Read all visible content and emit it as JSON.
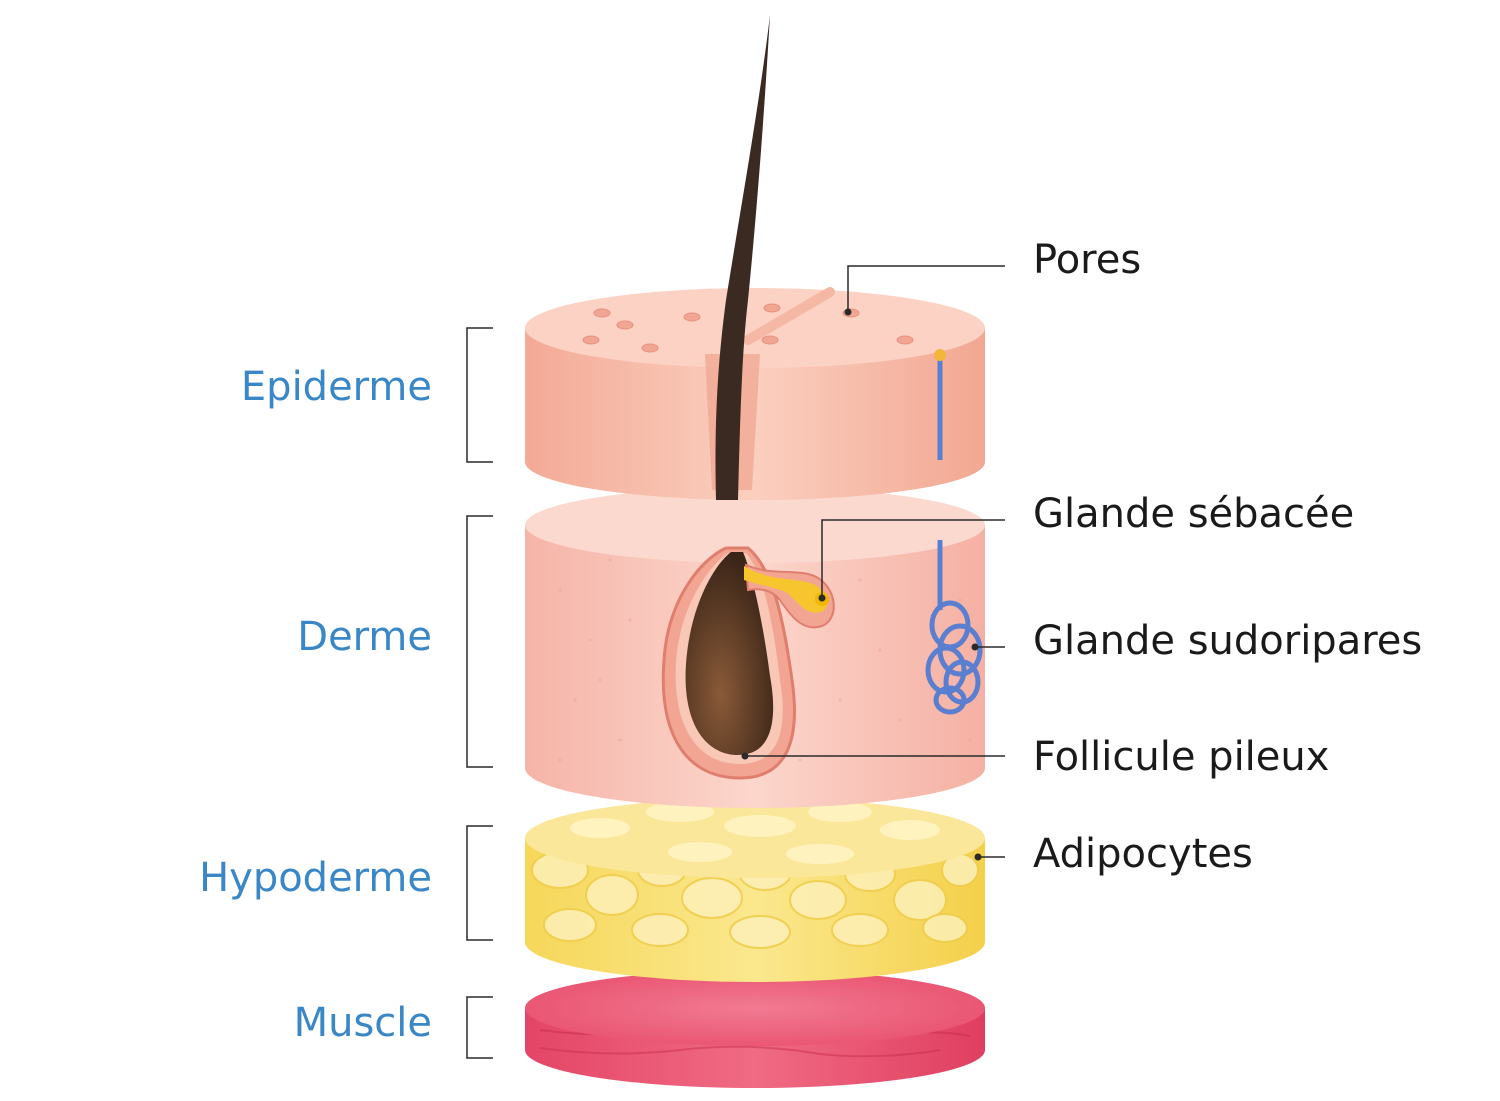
{
  "layers": {
    "epidermis": {
      "label": "Epiderme"
    },
    "dermis": {
      "label": "Derme"
    },
    "hypodermis": {
      "label": "Hypoderme"
    },
    "muscle": {
      "label": "Muscle"
    }
  },
  "parts": {
    "pores": {
      "label": "Pores"
    },
    "sebaceous_gland": {
      "label": "Glande sébacée"
    },
    "sweat_gland": {
      "label": "Glande sudoripares"
    },
    "hair_follicle": {
      "label": "Follicule pileux"
    },
    "adipocytes": {
      "label": "Adipocytes"
    }
  },
  "colors": {
    "layer_label": "#3a87c8",
    "part_label": "#1a1a1a",
    "epidermis": "#f6b8a4",
    "dermis": "#f8c3b8",
    "hypodermis": "#f8de6a",
    "muscle": "#e84d6a",
    "hair": "#3a2a22",
    "sweat_gland": "#5a7fd0",
    "sebum": "#f0b800"
  }
}
